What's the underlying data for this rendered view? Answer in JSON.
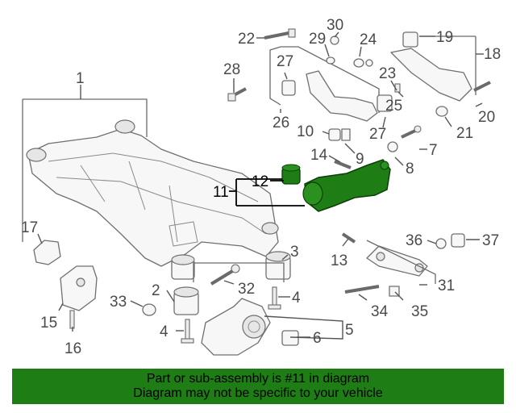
{
  "highlight": {
    "part_number": "11",
    "color": "#1e7d14"
  },
  "callouts": {
    "c1": "1",
    "c2": "2",
    "c3": "3",
    "c4a": "4",
    "c4b": "4",
    "c5": "5",
    "c6": "6",
    "c7": "7",
    "c8": "8",
    "c9": "9",
    "c10": "10",
    "c11": "11",
    "c12": "12",
    "c13": "13",
    "c14": "14",
    "c15": "15",
    "c16": "16",
    "c17": "17",
    "c18": "18",
    "c19": "19",
    "c20": "20",
    "c21": "21",
    "c22": "22",
    "c23": "23",
    "c24": "24",
    "c25": "25",
    "c26": "26",
    "c27a": "27",
    "c27b": "27",
    "c28": "28",
    "c29": "29",
    "c30": "30",
    "c31": "31",
    "c32": "32",
    "c33": "33",
    "c34": "34",
    "c35": "35",
    "c36": "36",
    "c37": "37"
  },
  "banner": {
    "line1": "Part or sub-assembly is #11 in diagram",
    "line2": "Diagram may not be specific to your vehicle"
  }
}
